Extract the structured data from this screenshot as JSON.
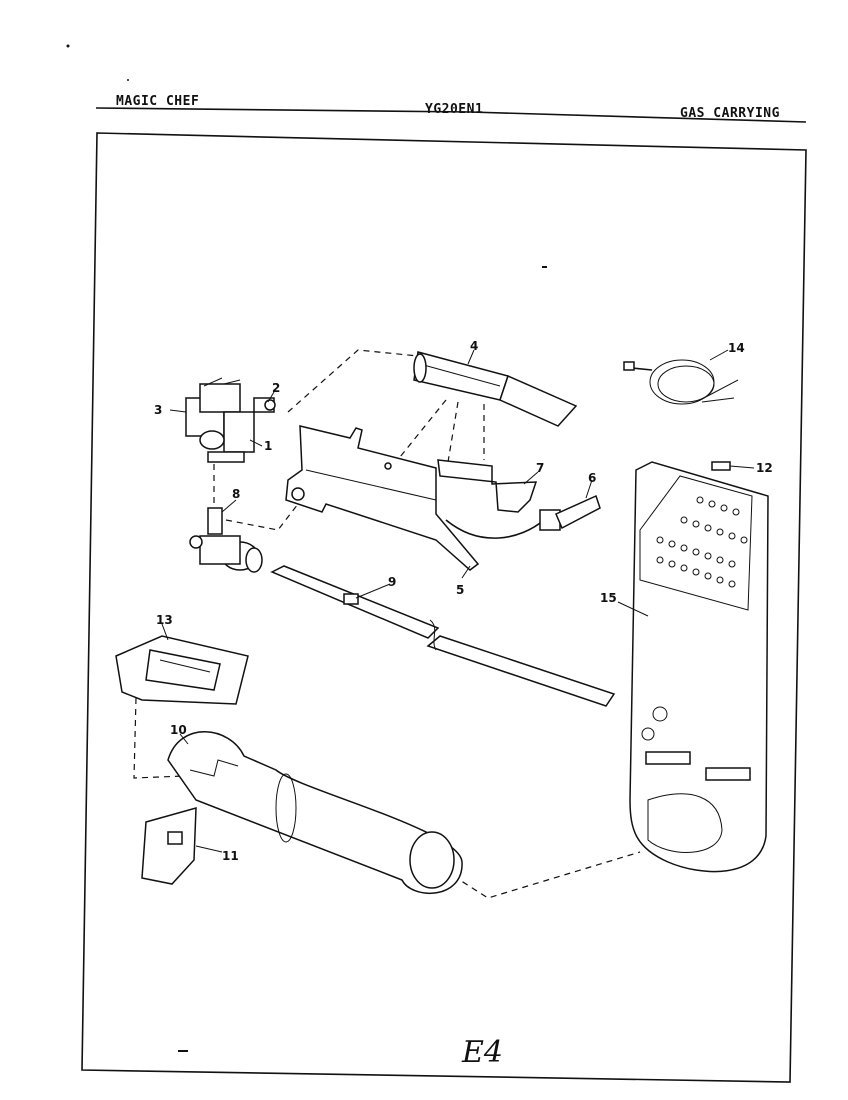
{
  "header": {
    "brand": "MAGIC CHEF",
    "model": "YG20EN1",
    "section": "GAS CARRYING"
  },
  "callouts": [
    "1",
    "2",
    "3",
    "4",
    "5",
    "6",
    "7",
    "8",
    "9",
    "10",
    "11",
    "12",
    "13",
    "14",
    "15"
  ],
  "page_mark": "E4"
}
